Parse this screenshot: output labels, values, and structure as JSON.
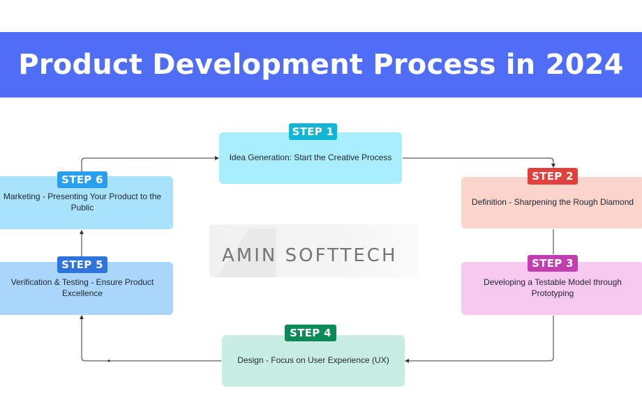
{
  "header": {
    "title": "Product Development Process in 2024"
  },
  "watermark": {
    "text": "AMIN SOFTTECH"
  },
  "steps": [
    {
      "badge": "STEP 1",
      "text": "Idea Generation: Start the Creative Process",
      "badge_color": "#12b4d7",
      "box_color": "#a8eefc"
    },
    {
      "badge": "STEP 2",
      "text": "Definition - Sharpening the Rough Diamond",
      "badge_color": "#e0413c",
      "box_color": "#fbd4cc"
    },
    {
      "badge": "STEP 3",
      "text": "Developing a Testable Model through Prototyping",
      "badge_color": "#c03eb0",
      "box_color": "#f7c9f0"
    },
    {
      "badge": "STEP 4",
      "text": "Design - Focus on User Experience (UX)",
      "badge_color": "#0a8a57",
      "box_color": "#c8eee4"
    },
    {
      "badge": "STEP 5",
      "text": "Verification & Testing - Ensure Product Excellence",
      "badge_color": "#2f73dc",
      "box_color": "#a9d6fa"
    },
    {
      "badge": "STEP 6",
      "text": "Marketing - Presenting Your Product to the Public",
      "badge_color": "#2a9ff0",
      "box_color": "#a9e2fb"
    }
  ],
  "colors": {
    "banner": "#4f6ef5",
    "connector": "#333333"
  }
}
